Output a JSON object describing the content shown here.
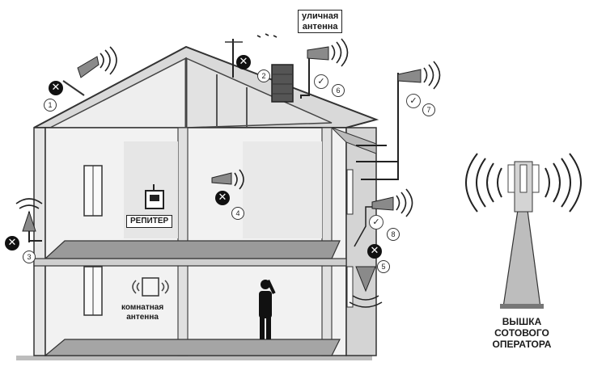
{
  "labels": {
    "outdoor_antenna": [
      "уличная",
      "антенна"
    ],
    "repeater": "РЕПИТЕР",
    "indoor_antenna": [
      "комнатная",
      "антенна"
    ],
    "tower": [
      "ВЫШКА",
      "СОТОВОГО",
      "ОПЕРАТОРА"
    ]
  },
  "positions": [
    {
      "n": "1",
      "status": "bad"
    },
    {
      "n": "2",
      "status": "bad"
    },
    {
      "n": "3",
      "status": "bad"
    },
    {
      "n": "4",
      "status": "bad"
    },
    {
      "n": "5",
      "status": "bad"
    },
    {
      "n": "6",
      "status": "good"
    },
    {
      "n": "7",
      "status": "good"
    },
    {
      "n": "8",
      "status": "good"
    }
  ],
  "icons": {
    "bad": "cross-icon",
    "good": "check-icon"
  },
  "colors": {
    "ink": "#1a1a1a",
    "wall": "#e9e9e9",
    "floor": "#8f8f8f",
    "shade": "#cfcfcf"
  }
}
